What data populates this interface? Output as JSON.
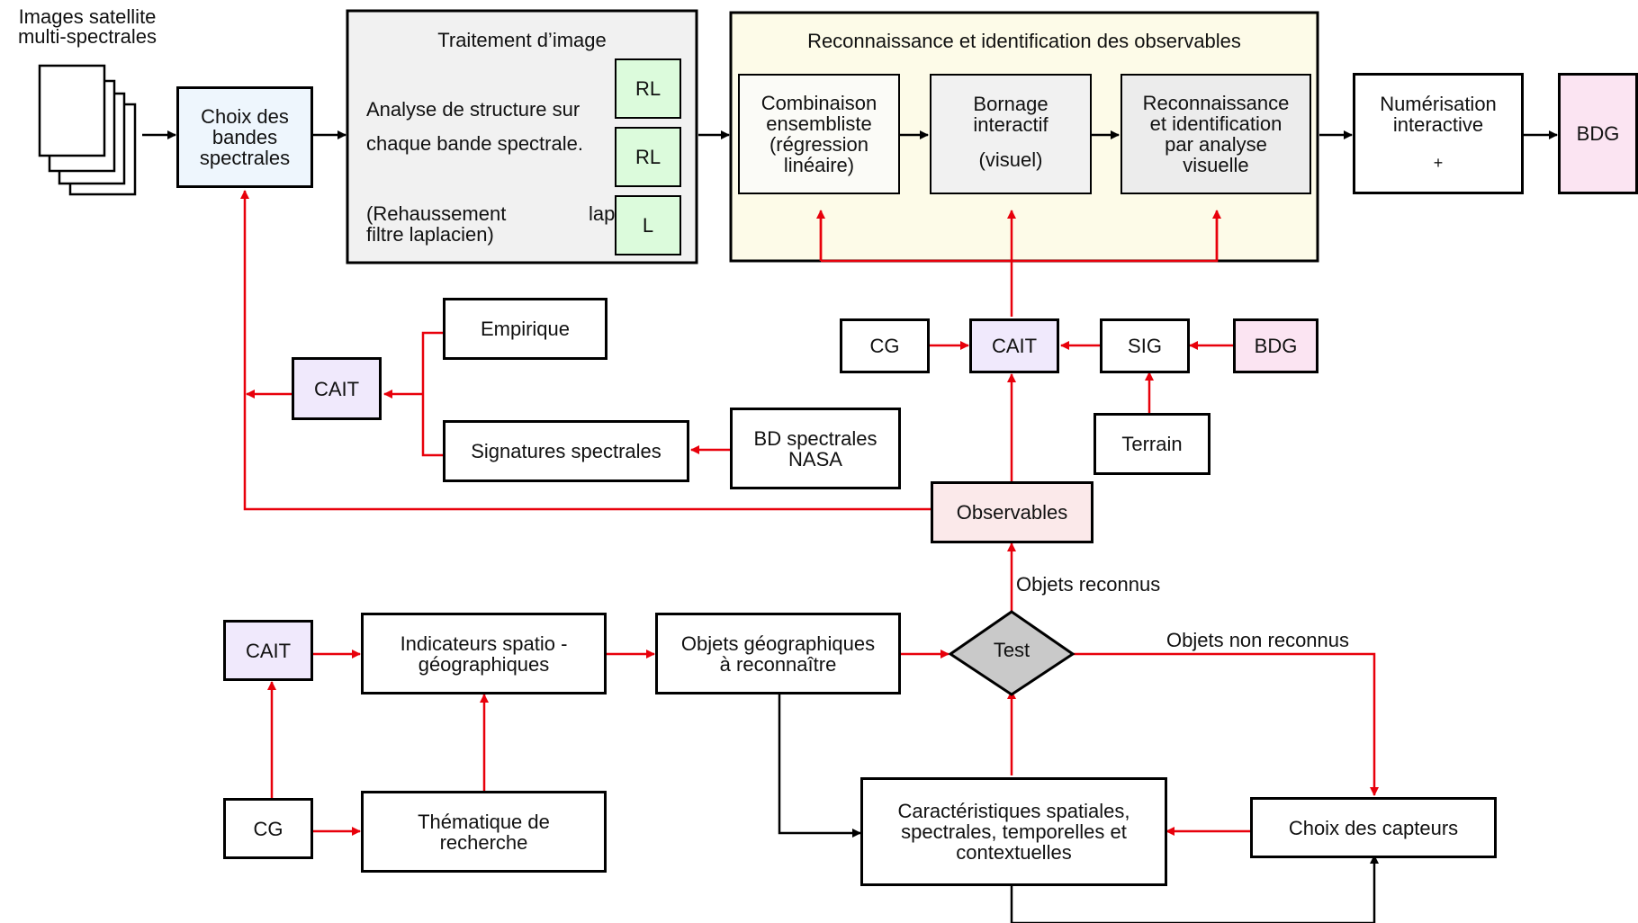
{
  "nodes": {
    "images_label": "Images satellite\nmulti-spectrales",
    "choix_bandes": "Choix des\nbandes\nspectrales",
    "traitement_title": "Traitement d’image",
    "analyse": "Analyse de structure sur",
    "chaque_bande": "chaque bande spectrale.",
    "rehaussement": "(Rehaussement",
    "lap": "lap",
    "filtre": "filtre laplacien)",
    "rl1": "RL",
    "rl2": "RL",
    "l": "L",
    "reco_title": "Reconnaissance et identification des observables",
    "combinaison": "Combinaison\nensembliste\n(régression\nlinéaire)",
    "bornage": "Bornage\ninteractif",
    "visuel": "(visuel)",
    "reco_ident": "Reconnaissance\net identification\npar analyse\nvisuelle",
    "numerisation": "Numérisation\ninteractive",
    "plus": "+",
    "bdg_top": "BDG",
    "cg_mid": "CG",
    "cait_mid": "CAIT",
    "sig": "SIG",
    "bdg_mid": "BDG",
    "terrain": "Terrain",
    "empirique": "Empirique",
    "cait_left": "CAIT",
    "signatures": "Signatures spectrales",
    "bd_nasa": "BD spectrales\nNASA",
    "observables": "Observables",
    "objets_reconnus": "Objets reconnus",
    "cait_bottom": "CAIT",
    "indicateurs": "Indicateurs spatio -\ngéographiques",
    "objets_geo": "Objets géographiques\nà reconnaître",
    "test": "Test",
    "objets_non_reconnus": "Objets non reconnus",
    "cg_bottom": "CG",
    "thematique": "Thématique de\nrecherche",
    "caracteristiques": "Caractéristiques spatiales,\nspectrales, temporelles et\ncontextuelles",
    "choix_capteurs": "Choix des capteurs"
  },
  "colors": {
    "red_arrow": "#e8000b",
    "black_arrow": "#000000",
    "green_fill": "#dcfbdc",
    "purple_fill": "#f0e9fc",
    "pink_fill": "#fbe4f2",
    "blue_fill": "#eef6fd",
    "rose_fill": "#fbe9ea",
    "grey_fill": "#f1f1f1",
    "yellow_fill": "#fdfbe8",
    "test_fill": "#c9c9c9"
  }
}
